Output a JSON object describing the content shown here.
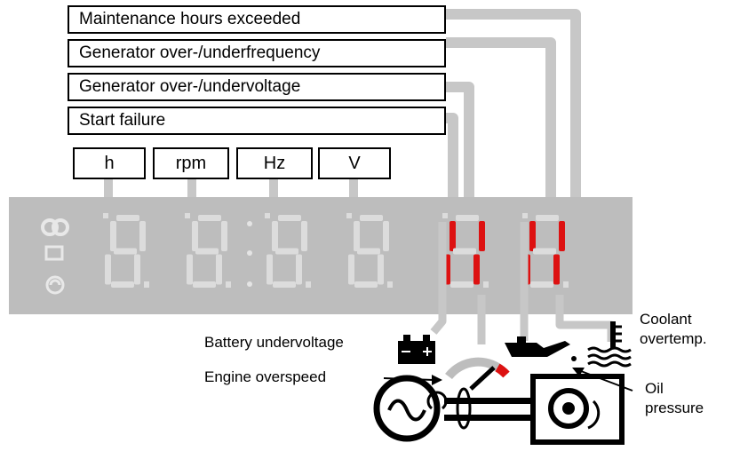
{
  "warnings": [
    "Maintenance hours exceeded",
    "Generator over-/underfrequency",
    "Generator over-/undervoltage",
    "Start failure"
  ],
  "units": [
    "h",
    "rpm",
    "Hz",
    "V"
  ],
  "labels": {
    "battery": "Battery undervoltage",
    "overspeed": "Engine overspeed",
    "coolant_1": "Coolant",
    "coolant_2": "overtemp.",
    "oil_1": "Oil",
    "oil_2": "pressure"
  },
  "colors": {
    "panel": "#bdbdbd",
    "leader": "#c7c7c7",
    "segment_off": "#dcdcdc",
    "segment_lit": "#dd1111"
  },
  "icons": [
    "gen-mode-icon",
    "manual-mode-icon",
    "auto-mode-icon",
    "battery-icon",
    "overspeed-gauge-icon",
    "oil-can-icon",
    "coolant-thermometer-icon",
    "generator-icon",
    "engine-icon"
  ]
}
